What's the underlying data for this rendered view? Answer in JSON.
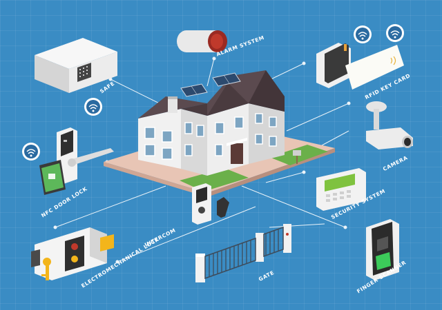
{
  "labels": {
    "alarm_system": "ALARM SYSTEM",
    "safe": "SAFE",
    "rfid_key_card": "RFID KEY CARD",
    "camera": "CAMERA",
    "nfc_door_lock": "NFC DOOR LOCK",
    "intercom": "INTERCOM",
    "security_system": "SECURITY SYSTEM",
    "electromechanical_lock": "ELECTROMECHANICAL LOCK",
    "gate": "GATE",
    "finger_scanner": "FINGER SCANNER"
  },
  "icons": {
    "wifi": "wifi-icon",
    "keypad": "keypad-icon",
    "fingerprint": "fingerprint-icon",
    "key": "key-icon"
  },
  "colors": {
    "background": "#3a8cc4",
    "connector": "#ffffff",
    "roof": "#5b4a4f",
    "wall": "#f1f1f1",
    "lawn": "#6bb04a",
    "alarm_red": "#c0392b",
    "key_yellow": "#f3b51b",
    "scanner_green": "#3ccb5a"
  }
}
